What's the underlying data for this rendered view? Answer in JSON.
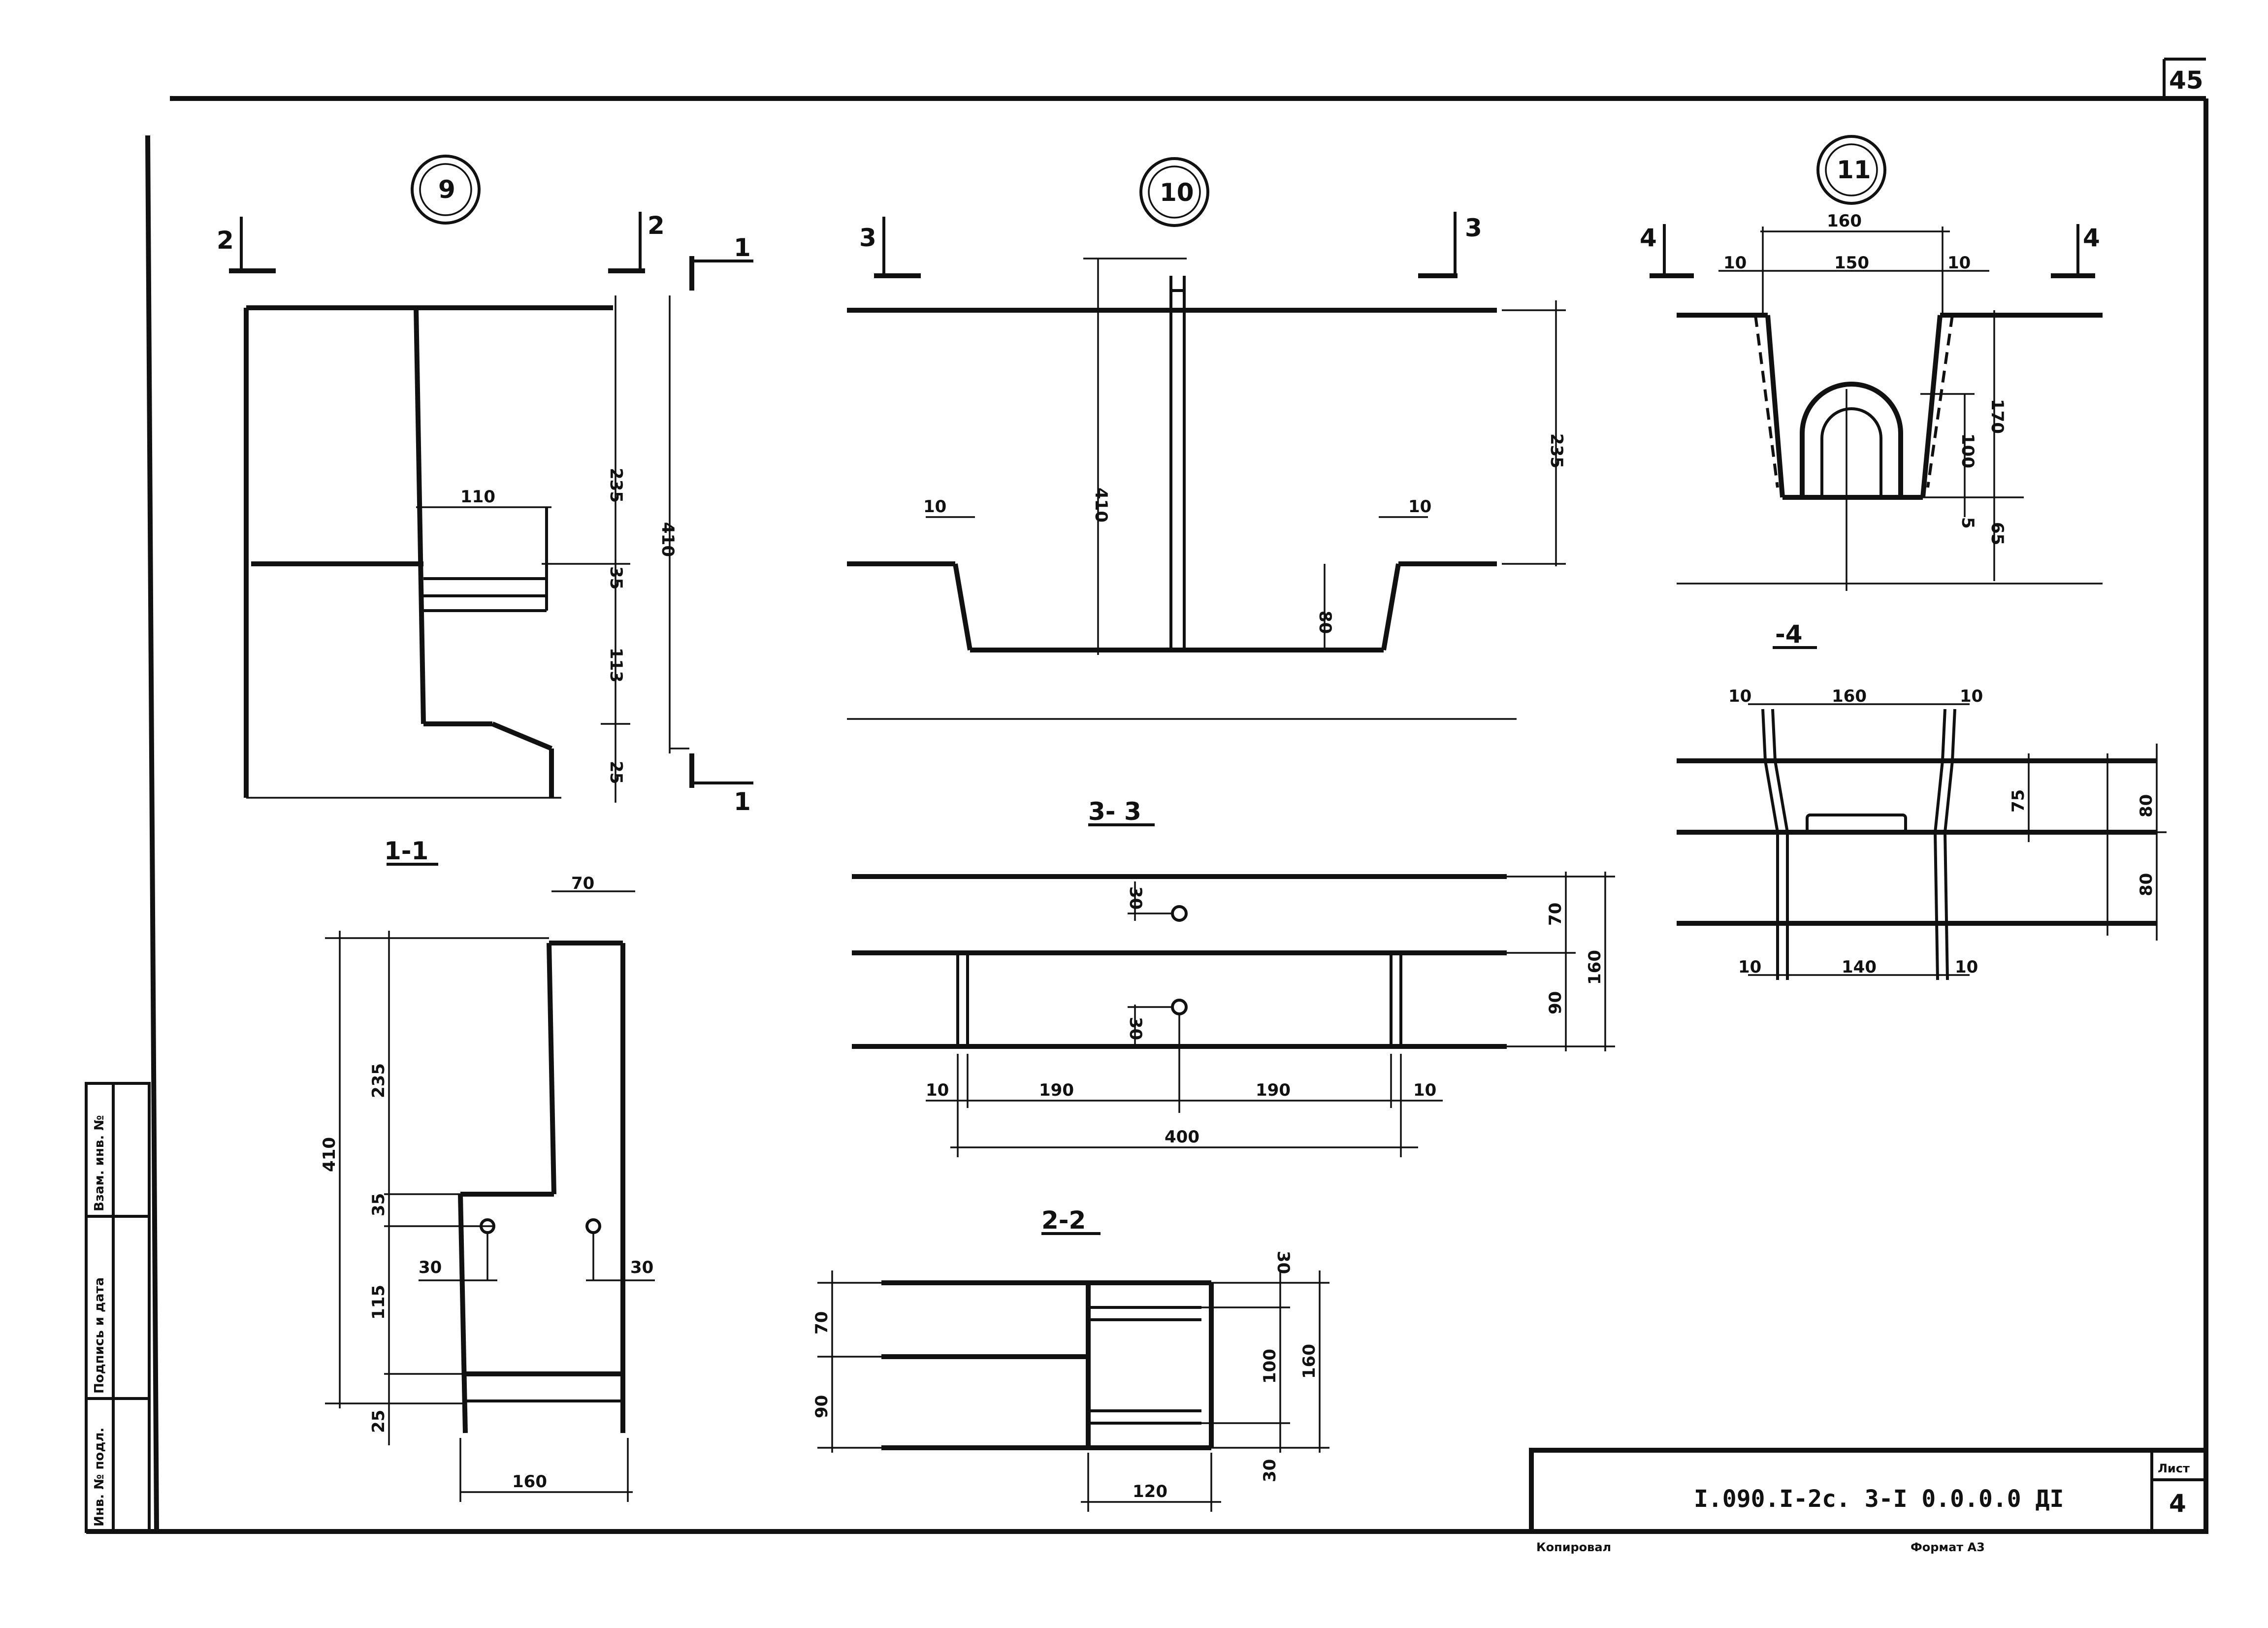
{
  "sheet_corner": "45",
  "title_block": {
    "code": "I.090.I-2c. 3-I 0.0.0.0 ДI",
    "sheet_label": "Лист",
    "sheet_number": "4",
    "copied": "Копировал",
    "format": "Формат А3"
  },
  "side_stamp": {
    "col1": "Взам. инв. №",
    "col2": "Подпись и дата",
    "col3": "Инв. № подл."
  },
  "views": {
    "v9": {
      "marker": "9",
      "cut2": "2",
      "cut1": "1",
      "d110": "110",
      "d235": "235",
      "d35": "35",
      "d113": "113",
      "d25": "25",
      "d410": "410"
    },
    "v10": {
      "marker": "10",
      "cut3": "3",
      "d410": "410",
      "d235": "235",
      "d10a": "10",
      "d10b": "10",
      "d80": "80"
    },
    "v11": {
      "marker": "11",
      "cut4": "4",
      "d160": "160",
      "d10a": "10",
      "d150": "150",
      "d10b": "10",
      "d170": "170",
      "d100": "100",
      "d5": "5",
      "d65": "65"
    }
  },
  "sections": {
    "s11": {
      "title": "1-1",
      "d70": "70",
      "d410": "410",
      "d235": "235",
      "d35": "35",
      "d30a": "30",
      "d30b": "30",
      "d115": "115",
      "d25": "25",
      "d160": "160"
    },
    "s33": {
      "title": "3- 3",
      "d30a": "30",
      "d30b": "30",
      "d70": "70",
      "d90": "90",
      "d160": "160",
      "d10a": "10",
      "d190a": "190",
      "d190b": "190",
      "d10b": "10",
      "d400": "400"
    },
    "s22": {
      "title": "2-2",
      "d70": "70",
      "d90": "90",
      "d30a": "30",
      "d100": "100",
      "d160": "160",
      "d30b": "30",
      "d120": "120"
    },
    "s44": {
      "title": "-4",
      "d10a": "10",
      "d160": "160",
      "d10b": "10",
      "d75": "75",
      "d80a": "80",
      "d80b": "80",
      "d10c": "10",
      "d140": "140",
      "d10d": "10"
    }
  }
}
